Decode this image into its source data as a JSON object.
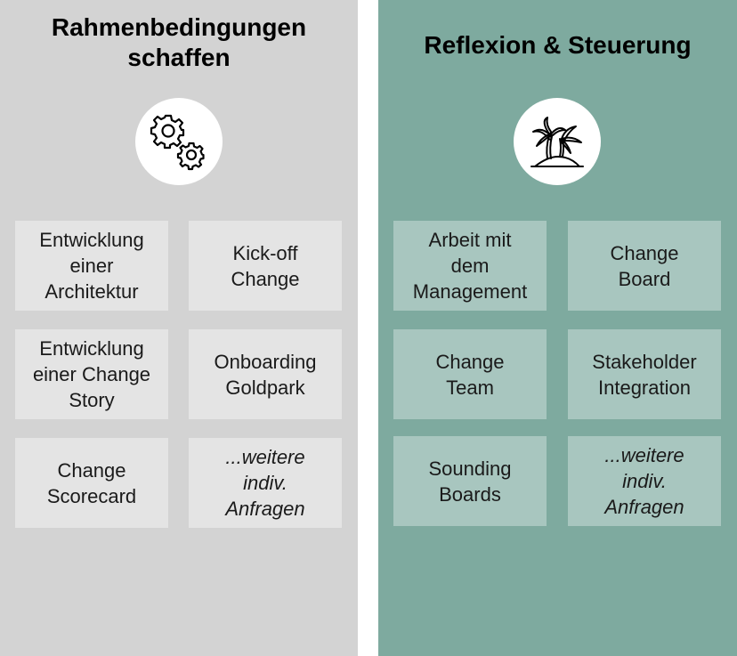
{
  "left": {
    "title_lines": [
      "Rahmenbedingungen",
      "schaffen"
    ],
    "icon": "gears-icon",
    "cards": [
      {
        "lines": [
          "Entwicklung",
          "einer",
          "Architektur"
        ]
      },
      {
        "lines": [
          "Kick-off",
          "Change"
        ]
      },
      {
        "lines": [
          "Entwicklung",
          "einer Change",
          "Story"
        ]
      },
      {
        "lines": [
          "Onboarding",
          "Goldpark"
        ]
      },
      {
        "lines": [
          "Change",
          "Scorecard"
        ]
      },
      {
        "lines": [
          "...weitere",
          "indiv.",
          "Anfragen"
        ]
      }
    ]
  },
  "right": {
    "title_lines": [
      "Reflexion & Steuerung"
    ],
    "icon": "palm-island-icon",
    "cards": [
      {
        "lines": [
          "Arbeit mit",
          "dem",
          "Management"
        ]
      },
      {
        "lines": [
          "Change",
          "Board"
        ]
      },
      {
        "lines": [
          "Change",
          "Team"
        ]
      },
      {
        "lines": [
          "Stakeholder",
          "Integration"
        ]
      },
      {
        "lines": [
          "Sounding",
          "Boards"
        ]
      },
      {
        "lines": [
          "...weitere",
          "indiv.",
          "Anfragen"
        ]
      }
    ]
  },
  "colors": {
    "left_panel": "#d3d3d3",
    "left_card": "#e4e4e4",
    "right_panel": "#7eaa9f",
    "right_card": "#a8c6bf"
  }
}
